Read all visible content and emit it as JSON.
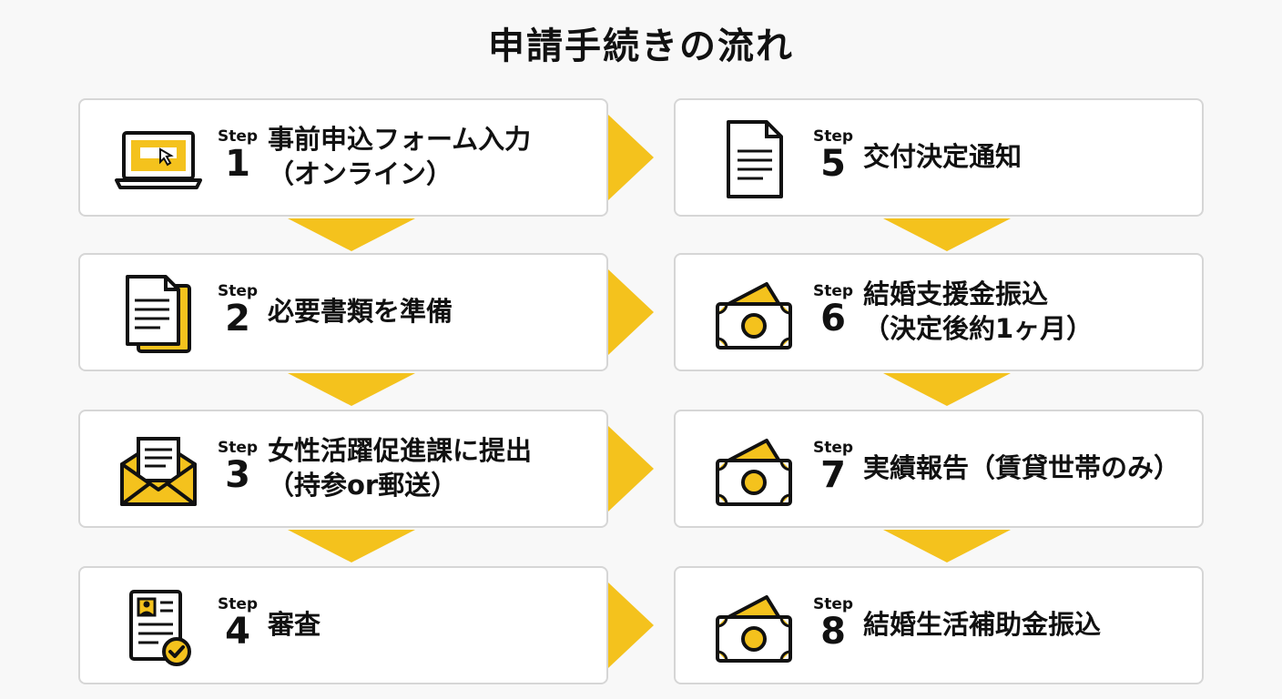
{
  "title": "申請手続きの流れ",
  "colors": {
    "accent": "#f4c21d",
    "card_border": "#d6d6d6",
    "text": "#111111"
  },
  "step_word": "Step",
  "steps": [
    {
      "number": "1",
      "line1": "事前申込フォーム入力",
      "line2": "（オンライン）",
      "icon": "laptop-icon"
    },
    {
      "number": "2",
      "line1": "必要書類を準備",
      "line2": "",
      "icon": "documents-icon"
    },
    {
      "number": "3",
      "line1": "女性活躍促進課に提出",
      "line2": "（持参or郵送）",
      "icon": "envelope-icon"
    },
    {
      "number": "4",
      "line1": "審査",
      "line2": "",
      "icon": "review-document-icon"
    },
    {
      "number": "5",
      "line1": "交付決定通知",
      "line2": "",
      "icon": "document-icon"
    },
    {
      "number": "6",
      "line1": "結婚支援金振込",
      "line2": "（決定後約1ヶ月）",
      "icon": "money-icon"
    },
    {
      "number": "7",
      "line1": "実績報告（賃貸世帯のみ）",
      "line2": "",
      "icon": "money-icon"
    },
    {
      "number": "8",
      "line1": "結婚生活補助金振込",
      "line2": "",
      "icon": "money-icon"
    }
  ]
}
